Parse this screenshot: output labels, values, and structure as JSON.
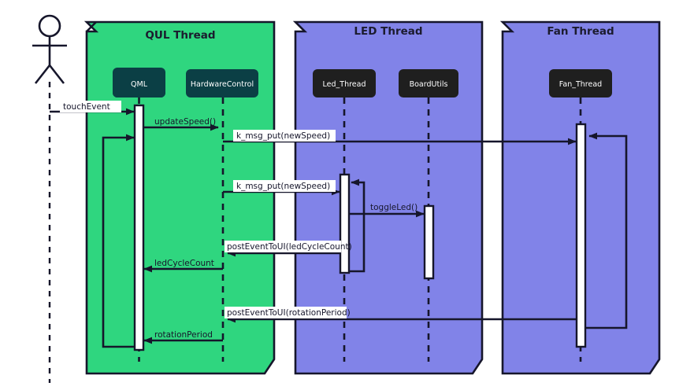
{
  "diagram": {
    "type": "uml-sequence-diagram",
    "title": "",
    "colors": {
      "qul_thread_fill": "#2fd67f",
      "led_thread_fill": "#8183e8",
      "fan_thread_fill": "#8183e8",
      "qul_participant_fill": "#0b3f45",
      "thread_participant_fill": "#1f1f1f",
      "stroke": "#16162b",
      "activation_fill": "#ffffff",
      "label_bg": "#ffffff",
      "canvas": "#ffffff"
    },
    "actor": {
      "name": "actor",
      "label": ""
    },
    "groups": [
      {
        "id": "qul",
        "label": "QUL Thread",
        "fill": "#2fd67f"
      },
      {
        "id": "led",
        "label": "LED Thread",
        "fill": "#8183e8"
      },
      {
        "id": "fan",
        "label": "Fan Thread",
        "fill": "#8183e8"
      }
    ],
    "participants": [
      {
        "id": "qml",
        "label": "QML",
        "group": "qul",
        "fill": "#0b3f45"
      },
      {
        "id": "hwctl",
        "label": "HardwareControl",
        "group": "qul",
        "fill": "#0b3f45"
      },
      {
        "id": "led_thread",
        "label": "Led_Thread",
        "group": "led",
        "fill": "#1f1f1f"
      },
      {
        "id": "boardutils",
        "label": "BoardUtils",
        "group": "led",
        "fill": "#1f1f1f"
      },
      {
        "id": "fan_thread",
        "label": "Fan_Thread",
        "group": "fan",
        "fill": "#1f1f1f"
      }
    ],
    "messages": [
      {
        "id": "m1",
        "label": "touchEvent",
        "from": "actor",
        "to": "qml",
        "kind": "call",
        "boxed": true
      },
      {
        "id": "m2",
        "label": "updateSpeed()",
        "from": "qml",
        "to": "hwctl",
        "kind": "call",
        "boxed": false
      },
      {
        "id": "m3",
        "label": "k_msg_put(newSpeed)",
        "from": "hwctl",
        "to": "fan_thread",
        "kind": "call",
        "boxed": true
      },
      {
        "id": "m4",
        "label": "k_msg_put(newSpeed)",
        "from": "hwctl",
        "to": "led_thread",
        "kind": "call",
        "boxed": true
      },
      {
        "id": "m5",
        "label": "toggleLed()",
        "from": "led_thread",
        "to": "boardutils",
        "kind": "call",
        "boxed": false
      },
      {
        "id": "m6",
        "label": "postEventToUI(ledCycleCount)",
        "from": "led_thread",
        "to": "hwctl",
        "kind": "return",
        "boxed": true
      },
      {
        "id": "m7",
        "label": "ledCycleCount",
        "from": "hwctl",
        "to": "qml",
        "kind": "return",
        "boxed": false
      },
      {
        "id": "m8",
        "label": "postEventToUI(rotationPeriod)",
        "from": "fan_thread",
        "to": "hwctl",
        "kind": "return",
        "boxed": true
      },
      {
        "id": "m9",
        "label": "rotationPeriod",
        "from": "hwctl",
        "to": "qml",
        "kind": "return",
        "boxed": false
      }
    ],
    "self_loops": [
      {
        "id": "s1",
        "participant": "qml",
        "label": ""
      },
      {
        "id": "s2",
        "participant": "led_thread",
        "label": ""
      },
      {
        "id": "s3",
        "participant": "fan_thread",
        "label": ""
      }
    ]
  }
}
